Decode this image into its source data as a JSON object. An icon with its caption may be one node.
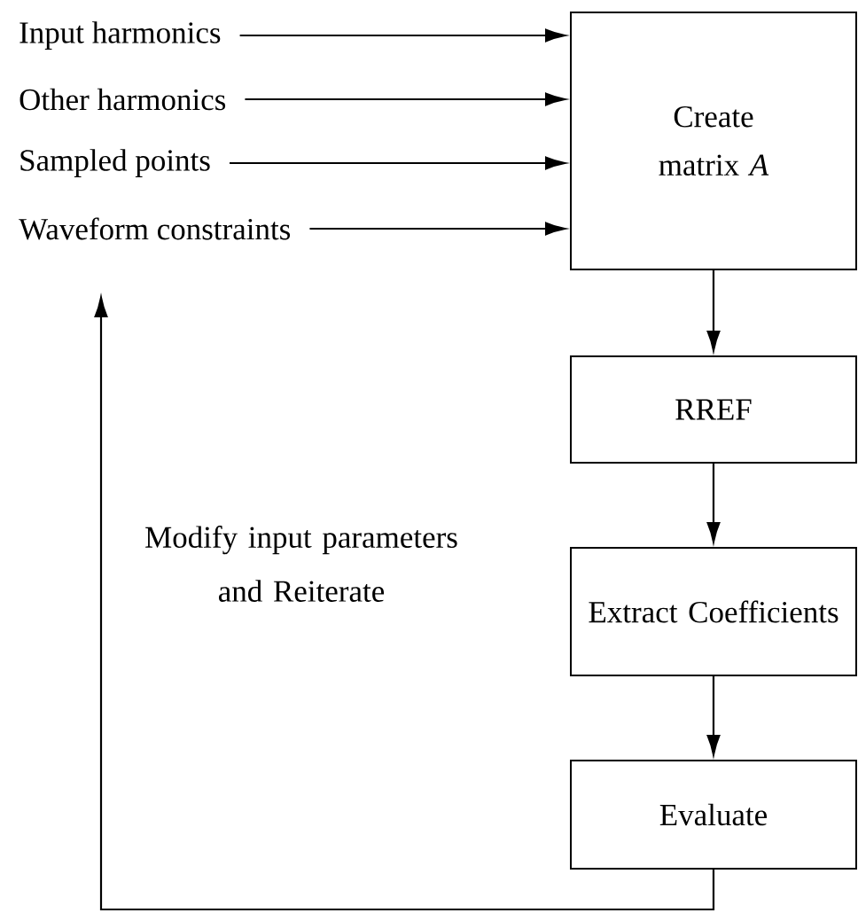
{
  "diagram": {
    "nodes": [
      {
        "text": [
          "Input harmonics"
        ]
      },
      {
        "text": [
          "Other harmonics"
        ]
      },
      {
        "text": [
          "Sampled points"
        ]
      },
      {
        "text": [
          "Waveform constraints"
        ]
      },
      {
        "text": [
          "Create matrix *A*"
        ]
      },
      {
        "text": [
          "RREF"
        ]
      },
      {
        "text": [
          "Extract Coefficients"
        ]
      },
      {
        "text": [
          "Evaluate"
        ]
      }
    ],
    "edges": [
      {
        "from": 0,
        "to": 4,
        "arrow": "to"
      },
      {
        "from": 1,
        "to": 4,
        "arrow": "to"
      },
      {
        "from": 2,
        "to": 4,
        "arrow": "to"
      },
      {
        "from": 3,
        "to": 4,
        "arrow": "to"
      },
      {
        "from": 4,
        "to": 5,
        "arrow": "to"
      },
      {
        "from": 5,
        "to": 6,
        "arrow": "to"
      },
      {
        "from": 6,
        "to": 7,
        "arrow": "to"
      },
      {
        "from": 7,
        "to": null,
        "arrow": "to",
        "label": "Modify input parameters and Reiterate"
      }
    ]
  }
}
